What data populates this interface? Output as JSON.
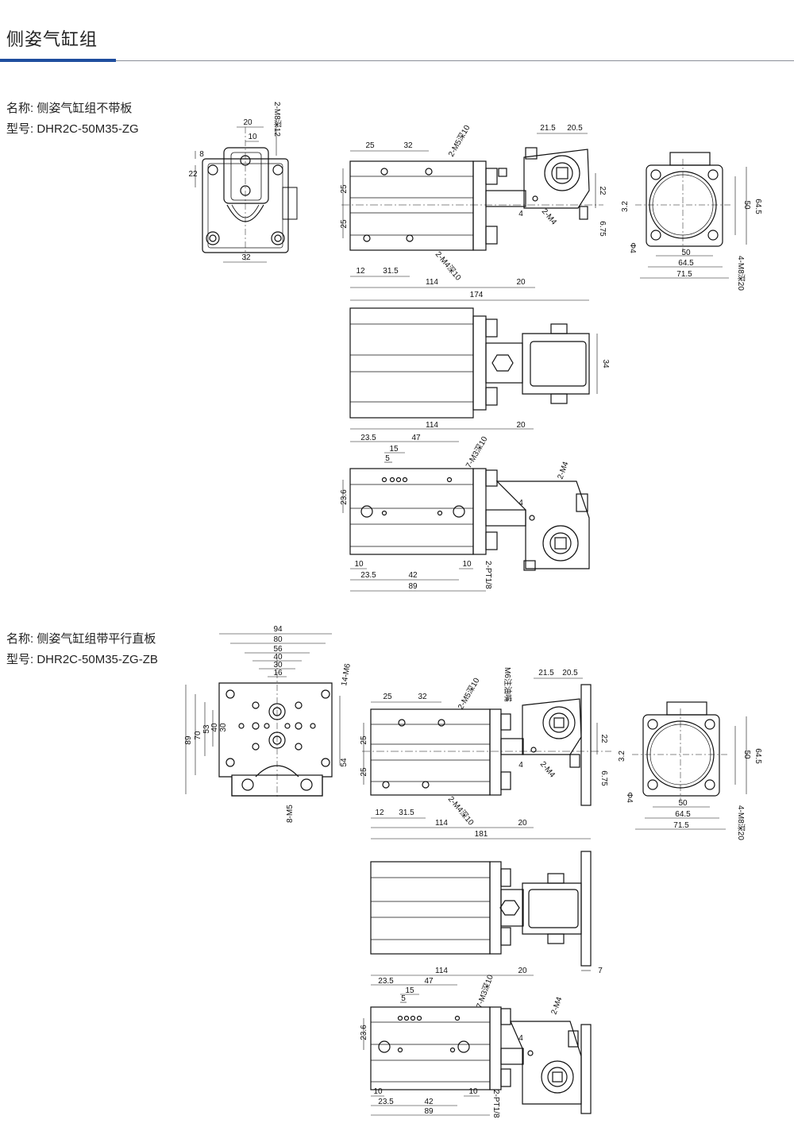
{
  "page_title": "侧姿气缸组",
  "colors": {
    "accent": "#1f4e9e",
    "rule": "#8a8f99",
    "line": "#111111"
  },
  "products": [
    {
      "name_label": "名称:",
      "name": "侧姿气缸组不带板",
      "model_label": "型号:",
      "model": "DHR2C-50M35-ZG"
    },
    {
      "name_label": "名称:",
      "name": "侧姿气缸组带平行直板",
      "model_label": "型号:",
      "model": "DHR2C-50M35-ZG-ZB"
    }
  ],
  "drawing1": {
    "left_view": {
      "d20": "20",
      "d10": "10",
      "d8": "8",
      "d22": "22",
      "d32": "32",
      "note_m8": "2-M8深12"
    },
    "side_view": {
      "d25a": "25",
      "d32": "32",
      "d21_5": "21.5",
      "d20_5": "20.5",
      "d25v1": "25",
      "d25v2": "25",
      "d22": "22",
      "d6_75": "6.75",
      "d4": "4",
      "d12": "12",
      "d31_5": "31.5",
      "d114": "114",
      "d20": "20",
      "d174": "174",
      "note_m5": "2-M5深10",
      "note_m4": "2-M4",
      "note_m4d": "2-M4深10"
    },
    "end_view": {
      "d64_5v": "64.5",
      "d50v": "50",
      "d3_2": "3.2",
      "phi4": "Φ4",
      "d50": "50",
      "d64_5": "64.5",
      "d71_5": "71.5",
      "note_m8": "4-M8深20"
    },
    "top_view": {
      "d34": "34"
    },
    "bottom_view": {
      "d114": "114",
      "d20": "20",
      "d23_5": "23.5",
      "d47": "47",
      "d15": "15",
      "d5": "5",
      "d23_6": "23.6",
      "d4": "4",
      "d10a": "10",
      "d10b": "10",
      "d23_5b": "23.5",
      "d42": "42",
      "d89": "89",
      "note_m3": "7-M3深10",
      "note_m4": "2-M4",
      "note_pt": "2-PT1/8"
    }
  },
  "drawing2": {
    "plate_view": {
      "d94": "94",
      "d80": "80",
      "d56": "56",
      "d40": "40",
      "d30": "30",
      "d16": "16",
      "d89": "89",
      "d70": "70",
      "d53": "53",
      "d30v": "30",
      "d40v": "40",
      "d54": "54",
      "note_m6": "14-M6",
      "note_m5": "8-M5"
    },
    "side_view": {
      "d25a": "25",
      "d32": "32",
      "d21_5": "21.5",
      "d20_5": "20.5",
      "d25v1": "25",
      "d25v2": "25",
      "d22": "22",
      "d6_75": "6.75",
      "d4": "4",
      "d12": "12",
      "d31_5": "31.5",
      "d114": "114",
      "d20": "20",
      "d181": "181",
      "note_m5": "2-M5深10",
      "note_m4": "2-M4",
      "note_m4d": "2-M4深10",
      "note_m6": "M6注油嘴"
    },
    "end_view": {
      "d64_5v": "64.5",
      "d50v": "50",
      "d3_2": "3.2",
      "phi4": "Φ4",
      "d50": "50",
      "d64_5": "64.5",
      "d71_5": "71.5",
      "note_m8": "4-M8深20"
    },
    "top_view": {
      "d7": "7"
    },
    "bottom_view": {
      "d114": "114",
      "d20": "20",
      "d23_5": "23.5",
      "d47": "47",
      "d15": "15",
      "d5": "5",
      "d23_6": "23.6",
      "d4": "4",
      "d10a": "10",
      "d10b": "10",
      "d23_5b": "23.5",
      "d42": "42",
      "d89": "89",
      "note_m3": "7-M3深10",
      "note_m4": "2-M4",
      "note_pt": "2-PT1/8"
    }
  }
}
